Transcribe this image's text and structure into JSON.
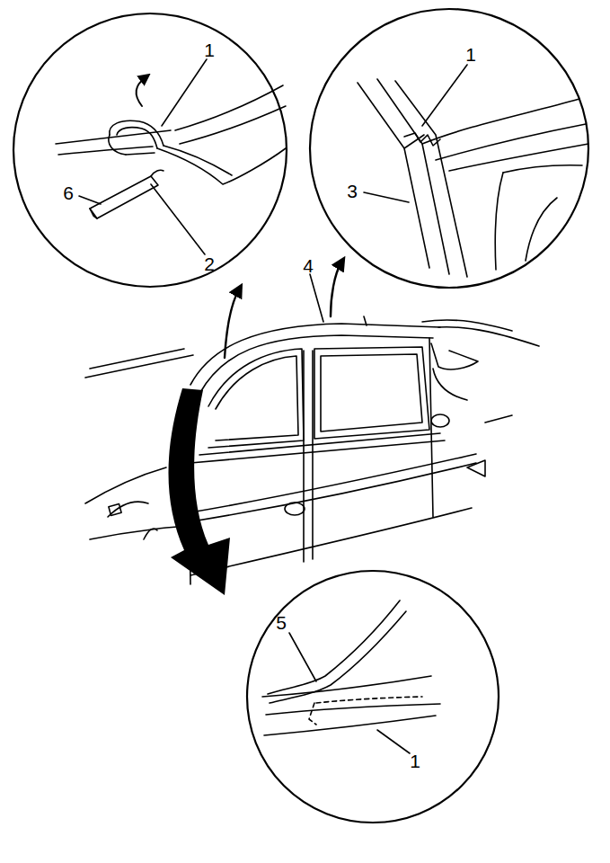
{
  "diagram": {
    "labels": [
      "1",
      "1",
      "6",
      "3",
      "2",
      "4",
      "5",
      "1"
    ]
  }
}
